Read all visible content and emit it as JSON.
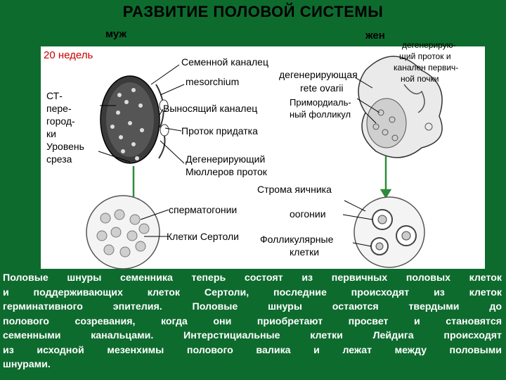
{
  "title": "РАЗВИТИЕ  ПОЛОВОЙ  СИСТЕМЫ",
  "sex_labels": {
    "male": "муж",
    "female": "жен"
  },
  "left_labels": {
    "weeks": "20 недель",
    "septa_lines": [
      "СТ-",
      "пере-",
      "город-",
      "ки",
      "Уровень",
      "среза"
    ]
  },
  "diagram_labels": {
    "seminiferous_tubule": "Семенной каналец",
    "mesorchium": "mesorchium",
    "degenerating_1": "дегенерирующая",
    "rete_ovarii": "rete ovarii",
    "efferent_duct": "Выносящий каналец",
    "primordial_1": "Примордиаль-",
    "primordial_2": "ный фолликул",
    "epididymis_duct": "Проток придатка",
    "mullerian_1": "Дегенерирующий",
    "mullerian_2": "Мюллеров проток",
    "female_top": [
      "дегенерирую-",
      "щий проток и",
      "канален первич-",
      "ной почки"
    ],
    "ovary_stroma": "Строма яичника",
    "spermatogonia": "сперматогонии",
    "oogonia": "оогонии",
    "sertoli": "Клетки Сертоли",
    "follicular_1": "Фолликулярные",
    "follicular_2": "клетки"
  },
  "caption_lines": [
    "Половые шнуры семенника теперь состоят из первичных половых клеток",
    "и поддерживающих клеток Сертоли, последние происходят из клеток",
    "герминативного эпителия. Половые шнуры остаются твердыми до",
    "полового созревания, когда они приобретают просвет и становятся",
    "семенными канальцами. Интерстициальные клетки Лейдига происходят",
    "из исходной мезенхимы полового валика и лежат между половыми",
    "шнурами."
  ],
  "colors": {
    "background": "#0e6b2e",
    "weeks_label": "#cc0000",
    "arrow": "#2e8b3a"
  }
}
